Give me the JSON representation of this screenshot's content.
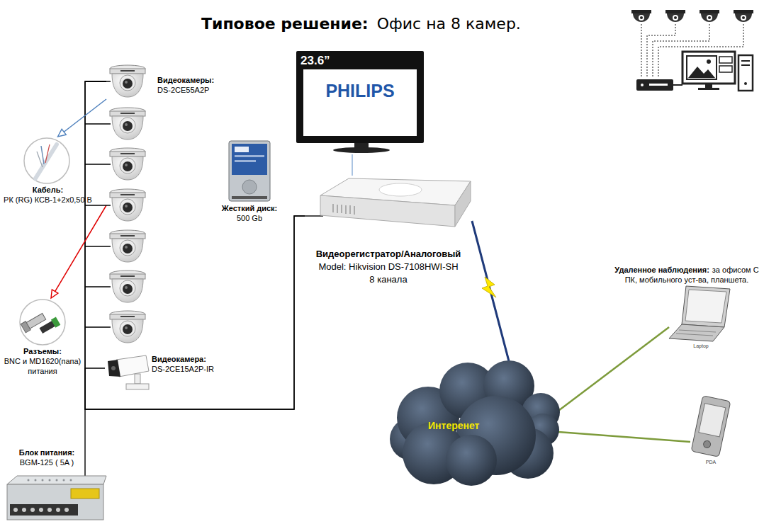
{
  "diagram": {
    "title": "Типовое решение:",
    "nodes": [
      {
        "text": [
          "Видеокамеры:",
          "DS-2CE55A2P"
        ]
      },
      {
        "text": [
          "Видеокамера:",
          "DS-2CE15A2P-IR"
        ]
      },
      {
        "text": [
          "Кабель:",
          "РК (RG) КСВ-1+2х0,50 В"
        ]
      },
      {
        "text": [
          "Разъемы:",
          "BNC и MD1620(папа) питания"
        ]
      },
      {
        "text": [
          "Жесткий диск:",
          "500 Gb"
        ]
      },
      {
        "text": [
          "Блок питания:",
          "BGM-125 ( 5A )"
        ]
      },
      {
        "text": [
          "23.6”",
          "PHILIPS"
        ]
      },
      {
        "text": [
          "Видеорегистратор/Аналоговый",
          "Model: Hikvision DS-7108HWI-SH",
          "8 канала"
        ]
      },
      {
        "text": [
          "Интеренет"
        ]
      },
      {
        "text": [
          "Laptop"
        ]
      },
      {
        "text": [
          "PDA"
        ]
      }
    ],
    "edges": [
      {
        "from": 0,
        "to": 7,
        "arrow": "none"
      },
      {
        "from": 1,
        "to": 7,
        "arrow": "none"
      },
      {
        "from": 5,
        "to": 0,
        "arrow": "none"
      },
      {
        "from": 0,
        "to": 2,
        "arrow": "to"
      },
      {
        "from": 0,
        "to": 3,
        "arrow": "to"
      },
      {
        "from": 7,
        "to": 6,
        "arrow": "none"
      },
      {
        "from": 7,
        "to": 8,
        "arrow": "none"
      },
      {
        "from": 8,
        "to": 9,
        "arrow": "none"
      },
      {
        "from": 8,
        "to": 10,
        "arrow": "none"
      }
    ],
    "labels": [
      "Офис на 8 камер.",
      "Удаленное наблюдения:",
      "за офисом С ПК, мобильного уст-ва, планшета."
    ]
  }
}
